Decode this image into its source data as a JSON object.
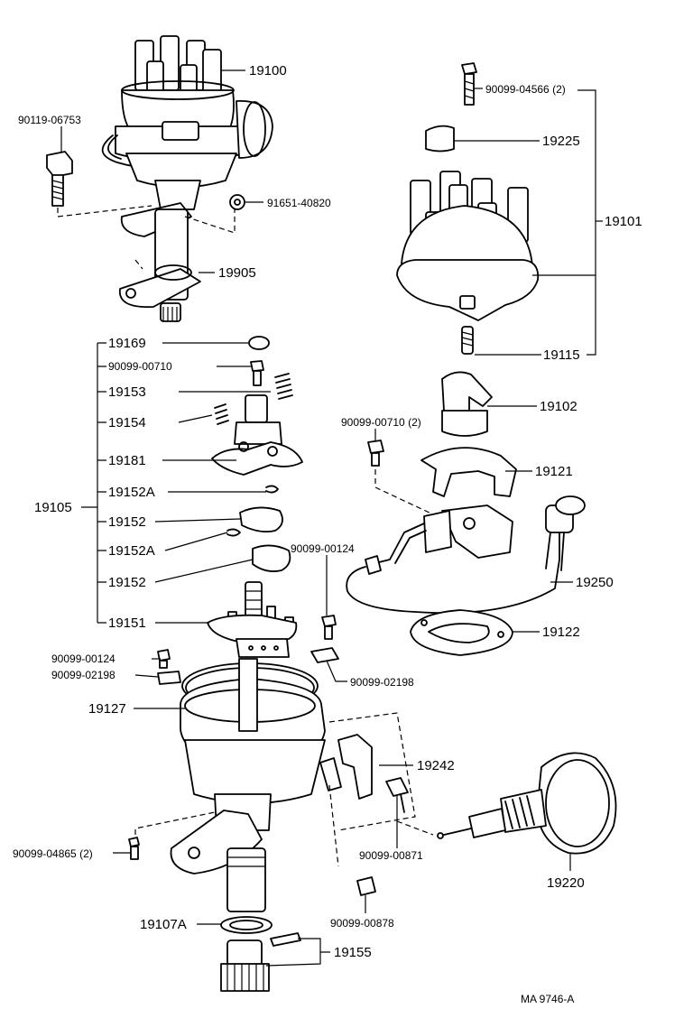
{
  "figure_code": "MA  9746-A",
  "labels": {
    "p19100": "19100",
    "p90119_06753": "90119-06753",
    "p91651_40820": "91651-40820",
    "p19905": "19905",
    "p90099_04566": "90099-04566 (2)",
    "p19225": "19225",
    "p19101": "19101",
    "p19115": "19115",
    "p19169": "19169",
    "p90099_00710a": "90099-00710",
    "p19153": "19153",
    "p19154": "19154",
    "p19181": "19181",
    "p19152Aa": "19152A",
    "p19152a": "19152",
    "p19152Ab": "19152A",
    "p19152b": "19152",
    "p19151": "19151",
    "p19105": "19105",
    "p19102": "19102",
    "p90099_00710b": "90099-00710 (2)",
    "p19121": "19121",
    "p90099_00124a": "90099-00124",
    "p19250": "19250",
    "p19122": "19122",
    "p90099_00124b": "90099-00124",
    "p90099_02198a": "90099-02198",
    "p90099_02198b": "90099-02198",
    "p19127": "19127",
    "p19242": "19242",
    "p90099_00871": "90099-00871",
    "p90099_04865": "90099-04865 (2)",
    "p19220": "19220",
    "p19107A": "19107A",
    "p90099_00878": "90099-00878",
    "p19155": "19155"
  }
}
